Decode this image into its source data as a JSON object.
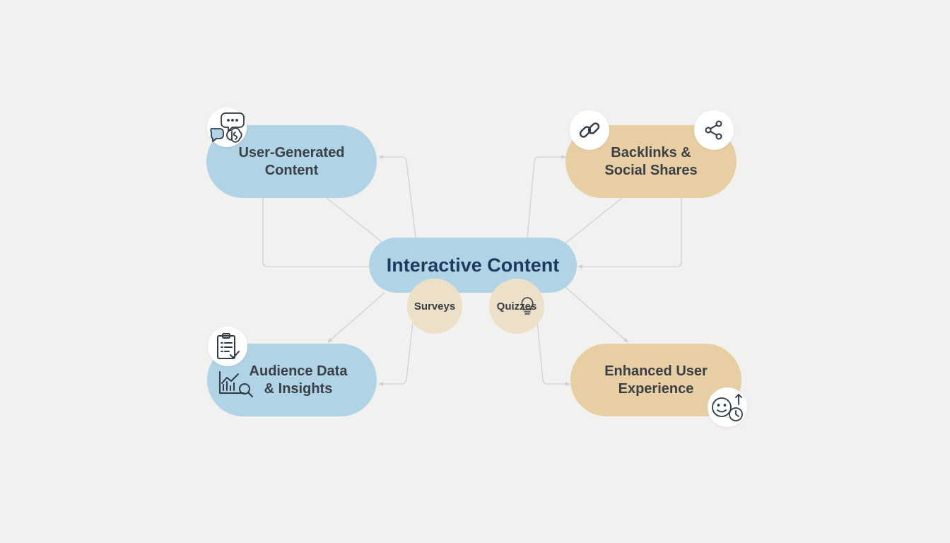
{
  "center": {
    "label": "Interactive Content"
  },
  "nodes": {
    "ugc": {
      "line1": "User-Generated",
      "line2": "Content",
      "icon": "chat-brain-icon"
    },
    "backlinks": {
      "line1": "Backlinks &",
      "line2": "Social Shares",
      "icon_left": "link-icon",
      "icon_right": "share-icon"
    },
    "audience": {
      "line1": "Audience Data",
      "line2": "& Insights",
      "icon_top": "clipboard-checklist-icon",
      "icon_inline": "chart-magnifier-icon"
    },
    "experience": {
      "line1": "Enhanced User",
      "line2": "Experience",
      "icon": "smiley-clock-icon"
    }
  },
  "subnodes": {
    "surveys": {
      "label": "Surveys"
    },
    "quizzes": {
      "label": "Quizzes",
      "icon": "lightbulb-icon"
    }
  },
  "colors": {
    "background": "#f1f1f0",
    "blue": "#b0d3e6",
    "tan": "#e8cfa3",
    "circle": "#ede0c9",
    "center_text": "#1e3a5f",
    "text": "#3a3f46",
    "connector": "#d3d3d3",
    "icon": "#2f3a45"
  }
}
